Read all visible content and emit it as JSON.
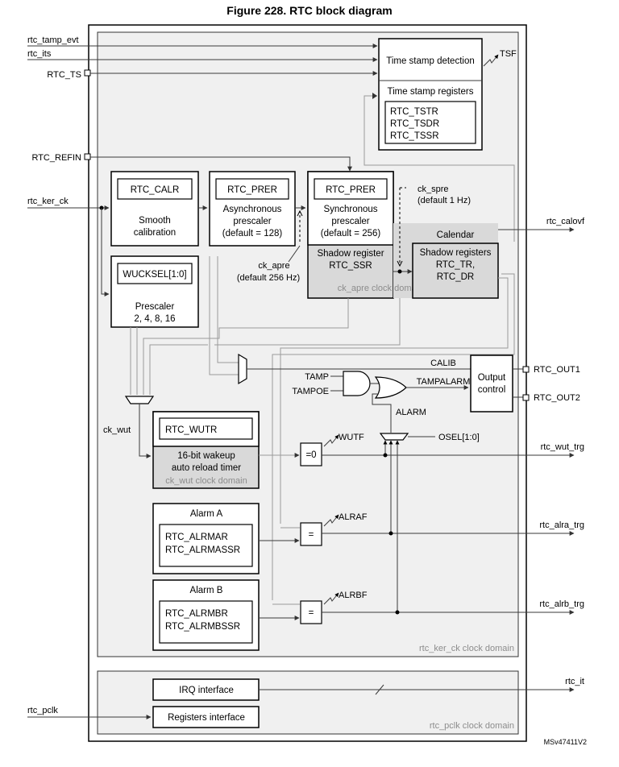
{
  "title": "Figure 228. RTC block diagram",
  "doc_id": "MSv47411V2",
  "inputs": {
    "tamp_evt": "rtc_tamp_evt",
    "its": "rtc_its",
    "ts": "RTC_TS",
    "refin": "RTC_REFIN",
    "ker_ck": "rtc_ker_ck",
    "pclk": "rtc_pclk"
  },
  "outputs": {
    "calovf": "rtc_calovf",
    "out1": "RTC_OUT1",
    "out2": "RTC_OUT2",
    "wut_trg": "rtc_wut_trg",
    "alra_trg": "rtc_alra_trg",
    "alrb_trg": "rtc_alrb_trg",
    "it": "rtc_it"
  },
  "timestamp": {
    "detection": "Time stamp detection",
    "registers": "Time stamp registers",
    "regs": [
      "RTC_TSTR",
      "RTC_TSDR",
      "RTC_TSSR"
    ],
    "flag": "TSF"
  },
  "smooth": {
    "reg": "RTC_CALR",
    "line1": "Smooth",
    "line2": "calibration"
  },
  "async": {
    "reg": "RTC_PRER",
    "line1": "Asynchronous",
    "line2": "prescaler",
    "line3": "(default = 128)"
  },
  "sync": {
    "reg": "RTC_PRER",
    "line1": "Synchronous",
    "line2": "prescaler",
    "line3": "(default = 256)",
    "shadow1": "Shadow register",
    "shadow2": "RTC_SSR"
  },
  "calendar": {
    "title": "Calendar",
    "line1": "Shadow registers",
    "line2": "RTC_TR,",
    "line3": "RTC_DR"
  },
  "ck_spre": {
    "line1": "ck_spre",
    "line2": "(default 1 Hz)"
  },
  "ck_apre": {
    "line1": "ck_apre",
    "line2": "(default 256 Hz)"
  },
  "ck_apre_domain": "ck_apre clock domain",
  "prescaler": {
    "reg": "WUCKSEL[1:0]",
    "line1": "Prescaler",
    "line2": "2, 4, 8, 16"
  },
  "ck_wut": "ck_wut",
  "wakeup": {
    "reg": "RTC_WUTR",
    "line1": "16-bit wakeup",
    "line2": "auto reload timer",
    "domain": "ck_wut clock domain"
  },
  "signals": {
    "calib": "CALIB",
    "tamp": "TAMP",
    "tampoe": "TAMPOE",
    "tampalarm": "TAMPALARM",
    "alarm": "ALARM",
    "osel": "OSEL[1:0]",
    "wutf": "WUTF",
    "alraf": "ALRAF",
    "alrbf": "ALRBF",
    "eq0": "=0",
    "eq": "="
  },
  "output_control": {
    "line1": "Output",
    "line2": "control"
  },
  "alarm_a": {
    "title": "Alarm A",
    "reg1": "RTC_ALRMAR",
    "reg2": "RTC_ALRMASSR"
  },
  "alarm_b": {
    "title": "Alarm B",
    "reg1": "RTC_ALRMBR",
    "reg2": "RTC_ALRMBSSR"
  },
  "ker_domain": "rtc_ker_ck clock domain",
  "pclk_domain": "rtc_pclk clock domain",
  "irq_interface": "IRQ interface",
  "reg_interface": "Registers interface"
}
